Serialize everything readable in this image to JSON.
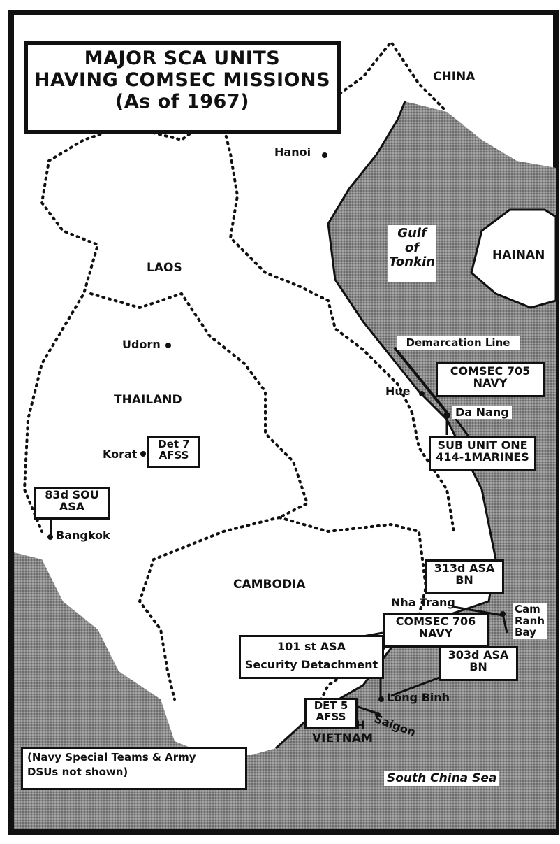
{
  "title": {
    "line1": "MAJOR SCA UNITS",
    "line2": "HAVING COMSEC MISSIONS",
    "line3": "(As of 1967)"
  },
  "countries": {
    "china": "CHINA",
    "laos": "LAOS",
    "thailand": "THAILAND",
    "cambodia": "CAMBODIA",
    "south_vietnam_1": "SOUTH",
    "south_vietnam_2": "VIETNAM",
    "hainan": "HAINAN"
  },
  "water": {
    "gulf_1": "Gulf",
    "gulf_2": "of",
    "gulf_3": "Tonkin",
    "south_china_sea": "South China Sea"
  },
  "cities": {
    "hanoi": "Hanoi",
    "udorn": "Udorn",
    "korat": "Korat",
    "bangkok": "Bangkok",
    "hue": "Hue",
    "da_nang": "Da Nang",
    "nha_trang": "Nha Trang",
    "cam_1": "Cam",
    "cam_2": "Ranh",
    "cam_3": "Bay",
    "long_binh": "Long Binh",
    "saigon": "Saigon"
  },
  "demarcation": "Demarcation Line",
  "units": {
    "comsec705_1": "COMSEC 705",
    "comsec705_2": "NAVY",
    "subunit_1": "SUB UNIT ONE",
    "subunit_2": "414-1MARINES",
    "det7_1": "Det 7",
    "det7_2": "AFSS",
    "sou83_1": "83d SOU",
    "sou83_2": "ASA",
    "asa313_1": "313d ASA",
    "asa313_2": "BN",
    "comsec706_1": "COMSEC 706",
    "comsec706_2": "NAVY",
    "asa101_1": "101 st ASA",
    "asa101_2": "Security Detachment",
    "asa303_1": "303d ASA",
    "asa303_2": "BN",
    "det5_1": "DET 5",
    "det5_2": "AFSS"
  },
  "note": {
    "line1": "(Navy Special Teams & Army",
    "line2": "DSUs not shown)"
  },
  "colors": {
    "ink": "#111111",
    "paper": "#ffffff",
    "sea": "#8a8a8a"
  }
}
